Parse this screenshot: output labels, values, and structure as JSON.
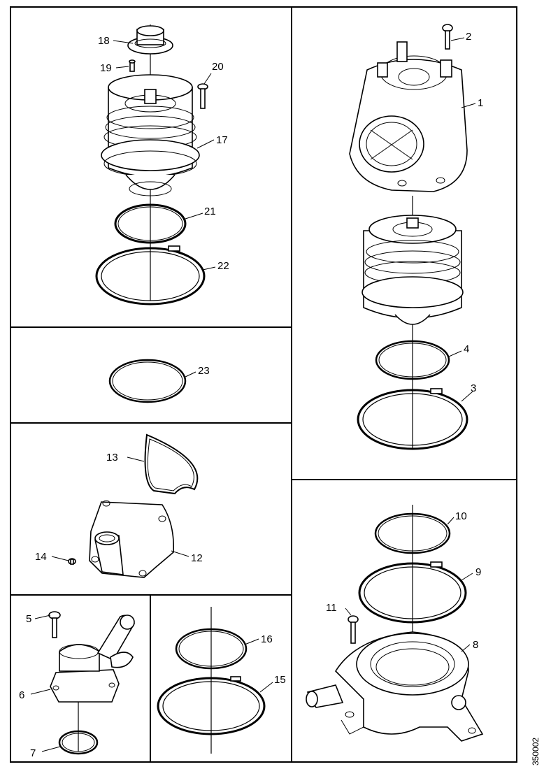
{
  "callouts": {
    "c1": "1",
    "c2": "2",
    "c3": "3",
    "c4": "4",
    "c5": "5",
    "c6": "6",
    "c7": "7",
    "c8": "8",
    "c9": "9",
    "c10": "10",
    "c11": "11",
    "c12": "12",
    "c13": "13",
    "c14": "14",
    "c15": "15",
    "c16": "16",
    "c17": "17",
    "c18": "18",
    "c19": "19",
    "c20": "20",
    "c21": "21",
    "c22": "22",
    "c23": "23"
  },
  "figure_ref": "350002"
}
